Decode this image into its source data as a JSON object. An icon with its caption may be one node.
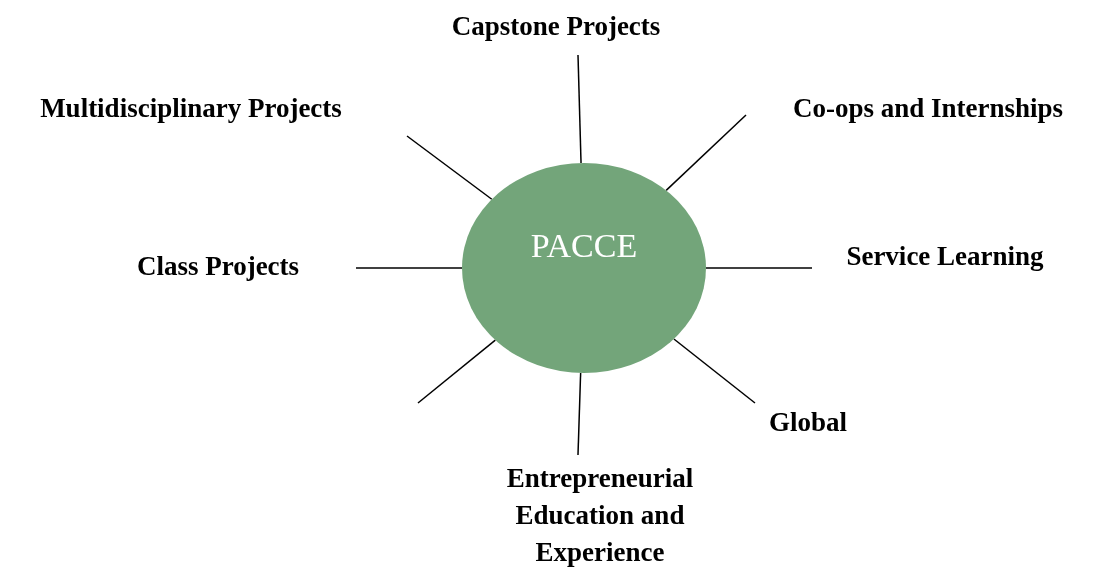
{
  "diagram": {
    "nodes": [
      {
        "text": [
          "PACCE"
        ]
      },
      {
        "text": [
          "Capstone Projects"
        ]
      },
      {
        "text": [
          "Multidisciplinary Projects"
        ]
      },
      {
        "text": [
          "Co-ops and Internships"
        ]
      },
      {
        "text": [
          "Class Projects"
        ]
      },
      {
        "text": [
          "Service Learning"
        ]
      },
      {
        "text": [
          "Global"
        ]
      },
      {
        "text": [
          "Entrepreneurial Education and Experience"
        ]
      }
    ],
    "edges": [
      {
        "from": 0,
        "to": 1,
        "arrow": "none"
      },
      {
        "from": 0,
        "to": 2,
        "arrow": "none"
      },
      {
        "from": 0,
        "to": 3,
        "arrow": "none"
      },
      {
        "from": 0,
        "to": 4,
        "arrow": "none"
      },
      {
        "from": 0,
        "to": 5,
        "arrow": "none"
      },
      {
        "from": 0,
        "to": null,
        "arrow": "none"
      },
      {
        "from": 0,
        "to": 6,
        "arrow": "none"
      },
      {
        "from": 0,
        "to": 7,
        "arrow": "none"
      }
    ]
  }
}
